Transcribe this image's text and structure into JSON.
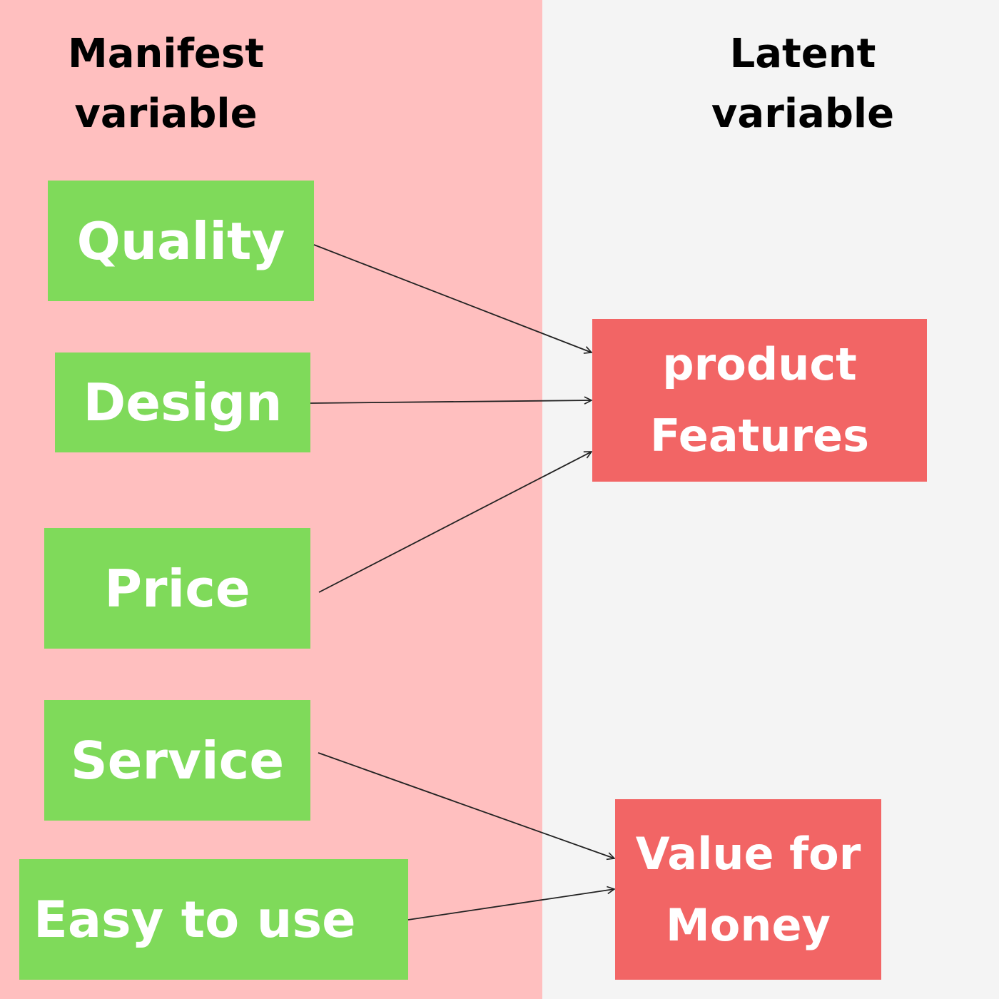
{
  "headers": {
    "manifest": [
      "Manifest",
      "variable"
    ],
    "latent": [
      "Latent",
      "variable"
    ]
  },
  "manifest_variables": [
    "Quality",
    "Design",
    "Price",
    "Service",
    "Easy to use"
  ],
  "latent_variables": {
    "product_features": [
      "product",
      "Features"
    ],
    "value_for_money": [
      "Value for",
      "Money"
    ]
  },
  "colors": {
    "manifest_panel": "#ffbfbf",
    "latent_panel": "#f4f4f4",
    "manifest_box": "#7fda5a",
    "latent_box": "#f26565",
    "arrow": "#222222"
  }
}
